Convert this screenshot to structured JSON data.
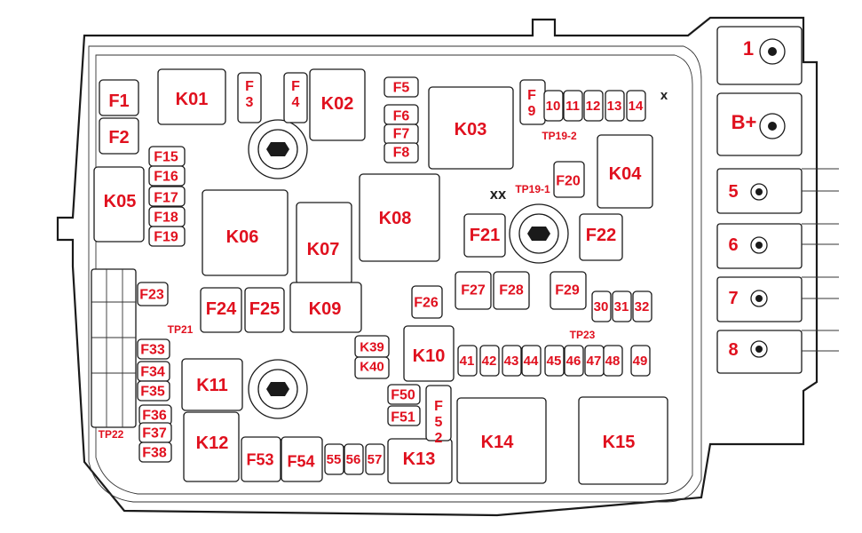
{
  "relays": [
    "K01",
    "K02",
    "K03",
    "K04",
    "K05",
    "K06",
    "K07",
    "K08",
    "K09",
    "K10",
    "K11",
    "K12",
    "K13",
    "K14",
    "K15",
    "K39",
    "K40"
  ],
  "fuses": [
    "F1",
    "F2",
    "F3",
    "F4",
    "F5",
    "F6",
    "F7",
    "F8",
    "F9",
    "F15",
    "F16",
    "F17",
    "F18",
    "F19",
    "F20",
    "F21",
    "F22",
    "F23",
    "F24",
    "F25",
    "F26",
    "F27",
    "F28",
    "F29",
    "F33",
    "F34",
    "F35",
    "F36",
    "F37",
    "F38",
    "F50",
    "F51",
    "F52",
    "F53",
    "F54"
  ],
  "fuse_numbers": [
    "10",
    "11",
    "12",
    "13",
    "14",
    "30",
    "31",
    "32",
    "41",
    "42",
    "43",
    "44",
    "45",
    "46",
    "47",
    "48",
    "49",
    "55",
    "56",
    "57"
  ],
  "test_points": [
    "TP19-2",
    "TP19-1",
    "TP21",
    "TP22",
    "TP23"
  ],
  "terminals": [
    "1",
    "B+",
    "5",
    "6",
    "7",
    "8"
  ],
  "markers": [
    "XX",
    "X"
  ],
  "label_color": "#e0101e"
}
